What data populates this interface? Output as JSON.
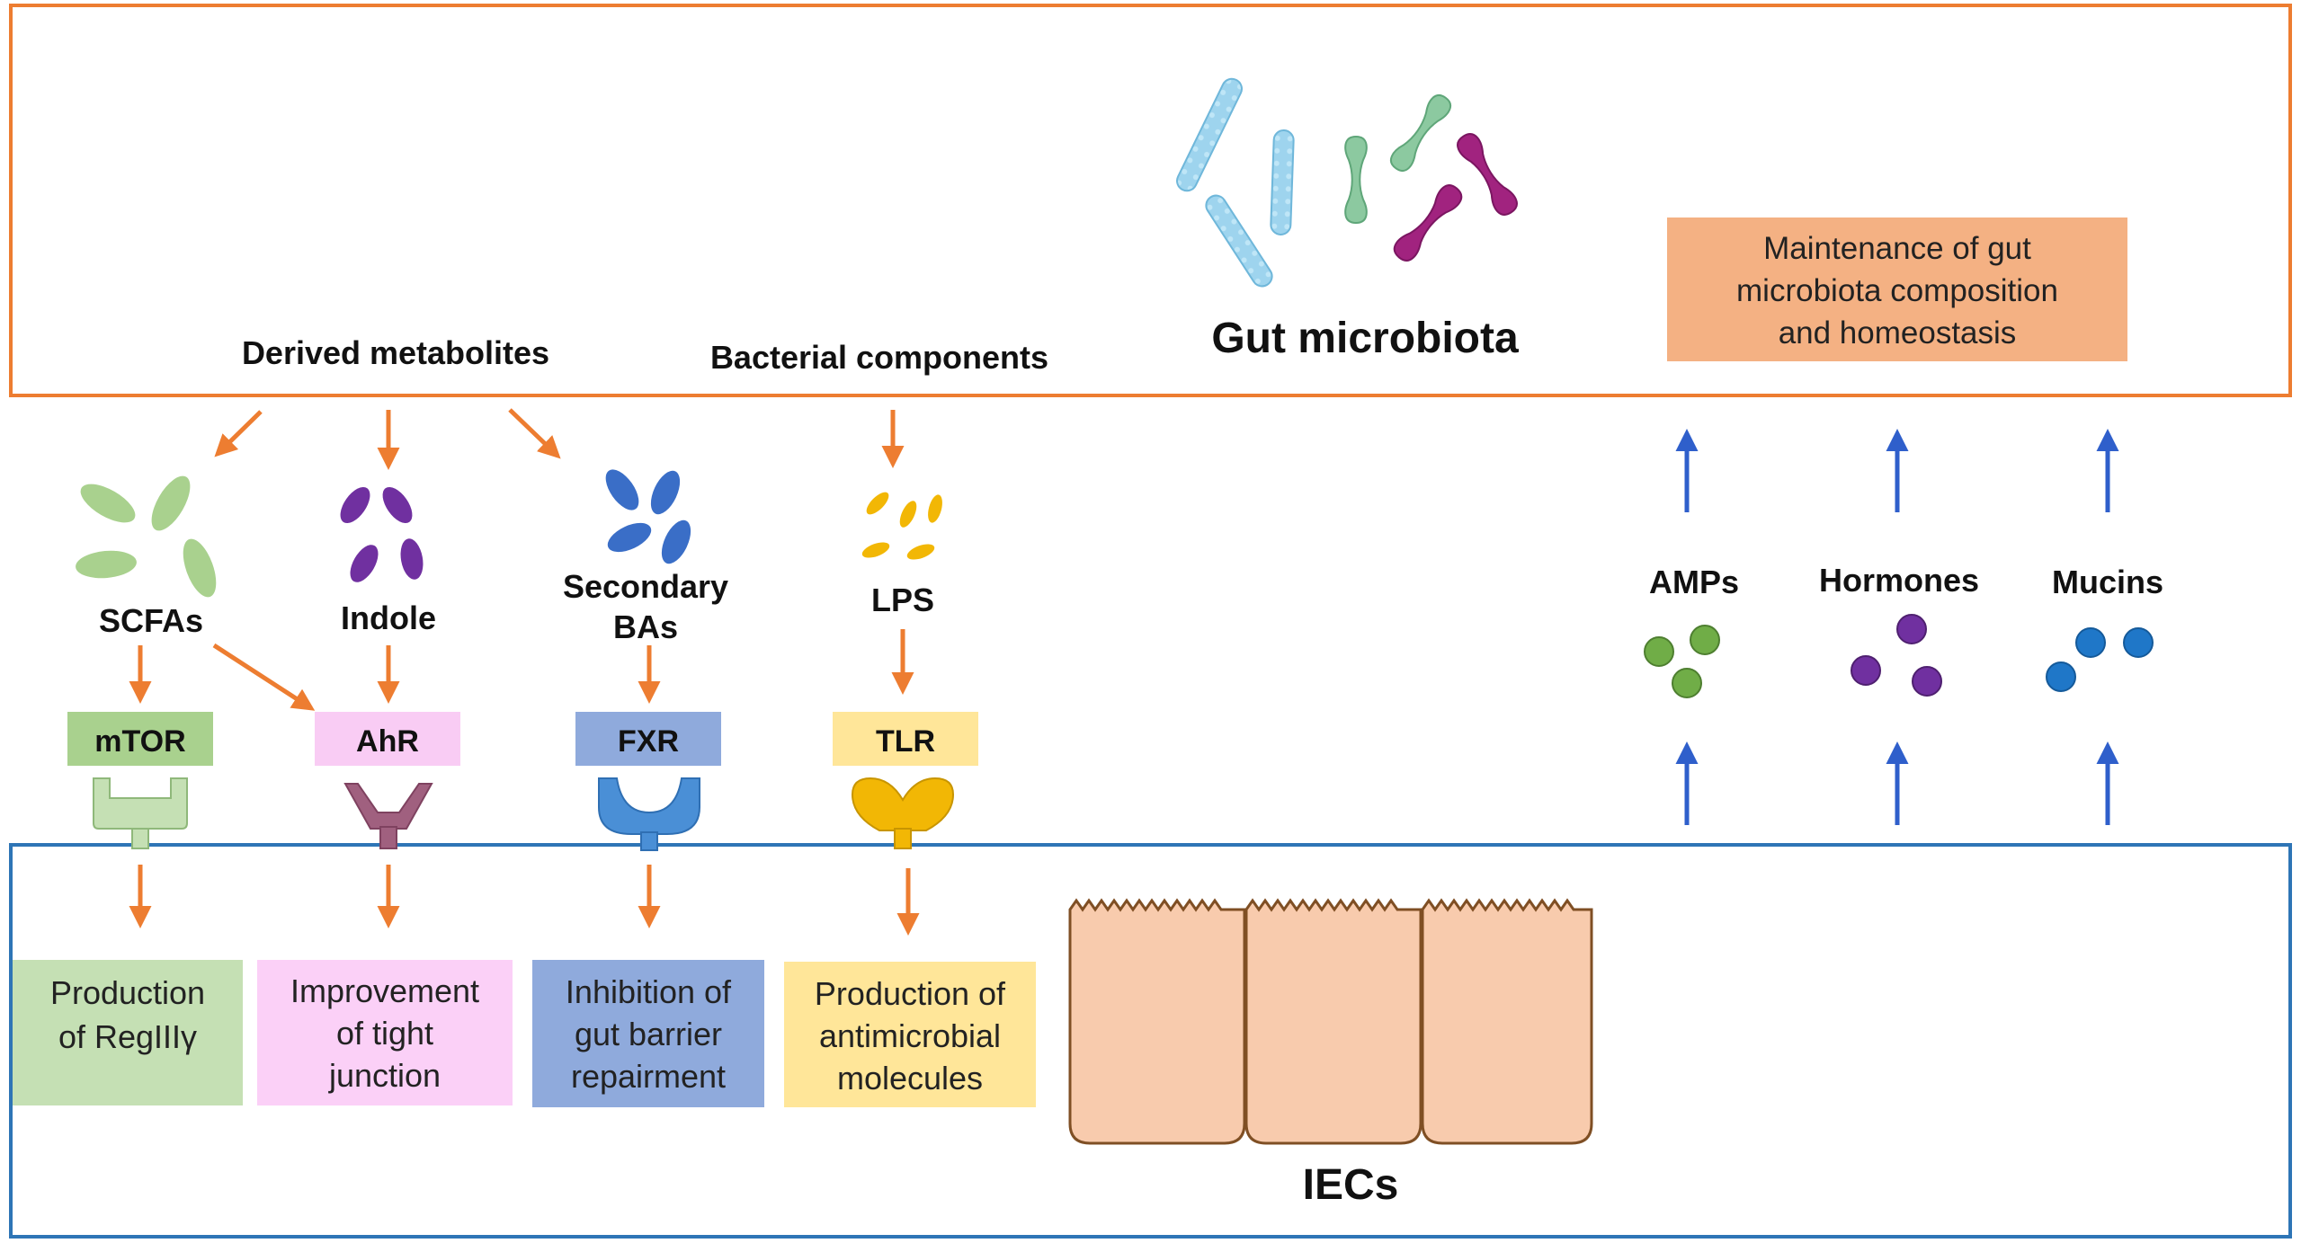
{
  "colors": {
    "top_frame": "#ED7D31",
    "bottom_frame": "#2E75B6",
    "orange_arrow": "#ED7D31",
    "blue_arrow": "#2F5FCB",
    "maintenance_fill": "#F4B183",
    "mtor_fill": "#A9D18E",
    "ahr_fill": "#F9CCF4",
    "fxr_fill": "#8FAADC",
    "tlr_fill": "#FFE699",
    "regiiiy_fill": "#C5E0B4",
    "tight_fill": "#FBD0F7",
    "inhibition_fill": "#8FAADC",
    "antimicrobial_fill": "#FFE699",
    "cell_fill": "#F8CBAD",
    "cell_stroke": "#7F4F24"
  },
  "top": {
    "gut_microbiota": "Gut microbiota",
    "derived_metabolites": "Derived metabolites",
    "bacterial_components": "Bacterial components",
    "maintenance_lines": [
      "Maintenance  of gut",
      "microbiota composition",
      "and homeostasis"
    ]
  },
  "metabolites": {
    "scfas": "SCFAs",
    "indole": "Indole",
    "secondary_bas_lines": [
      "Secondary",
      "BAs"
    ],
    "lps": "LPS"
  },
  "receptors": {
    "mtor": "mTOR",
    "ahr": "AhR",
    "fxr": "FXR",
    "tlr": "TLR"
  },
  "effects": {
    "regiiiy_lines": [
      "Production",
      "of RegIIIγ"
    ],
    "tight_lines": [
      "Improvement",
      "of tight",
      "junction"
    ],
    "inhibition_lines": [
      "Inhibition  of",
      "gut barrier",
      "repairment"
    ],
    "antimicrobial_lines": [
      "Production of",
      "antimicrobial",
      "molecules"
    ]
  },
  "secretions": {
    "amps": "AMPs",
    "hormones": "Hormones",
    "mucins": "Mucins"
  },
  "iecs": "IECs",
  "icons": [
    "rod-bacterium-icon",
    "metabolite-particle-icon",
    "receptor-icon",
    "epithelial-cell-icon"
  ]
}
